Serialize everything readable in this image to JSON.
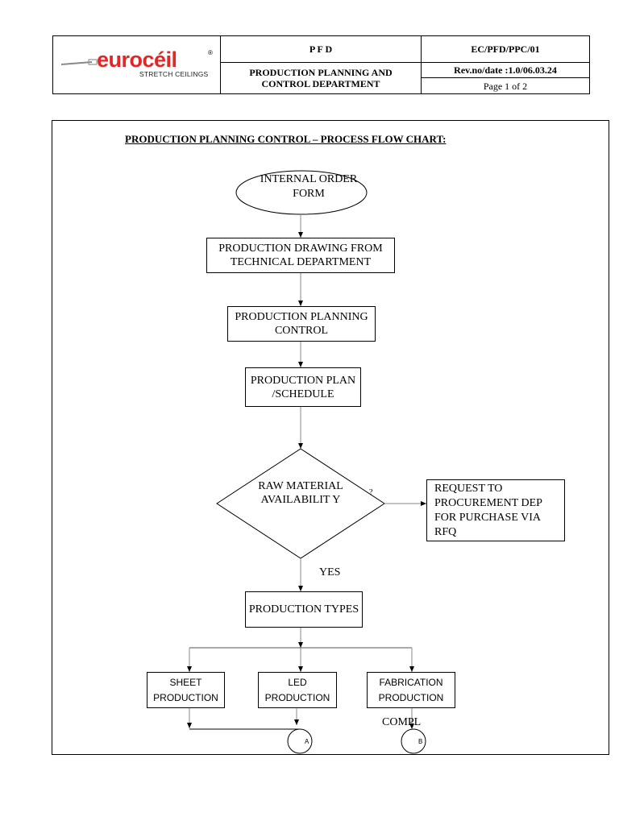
{
  "header": {
    "logo_name": "eurocéil",
    "logo_tagline": "STRETCH CEILINGS",
    "logo_mark": "®",
    "doc_type": "P F D",
    "department": "PRODUCTION PLANNING AND CONTROL DEPARTMENT",
    "doc_code": "EC/PFD/PPC/01",
    "rev_date": "Rev.no/date :1.0/06.03.24",
    "page": "Page 1 of 2"
  },
  "flowchart": {
    "title": "PRODUCTION PLANNING CONTROL – PROCESS FLOW CHART:",
    "start": "INTERNAL ORDER FORM",
    "step_drawing": "PRODUCTION DRAWING FROM TECHNICAL DEPARTMENT",
    "step_ppc": "PRODUCTION PLANNING CONTROL",
    "step_plan": "PRODUCTION PLAN /SCHEDULE",
    "decision": "RAW MATERIAL AVAILABILIT Y",
    "decision_no_mark": "?",
    "request": "REQUEST TO PROCUREMENT DEP FOR PURCHASE VIA RFQ",
    "yes_label": "YES",
    "types": "PRODUCTION TYPES",
    "sheet": "SHEET PRODUCTION",
    "led": "LED PRODUCTION",
    "fabrication": "FABRICATION PRODUCTION",
    "compl_label": "COMPL",
    "connector_a": "A",
    "connector_b": "B"
  }
}
